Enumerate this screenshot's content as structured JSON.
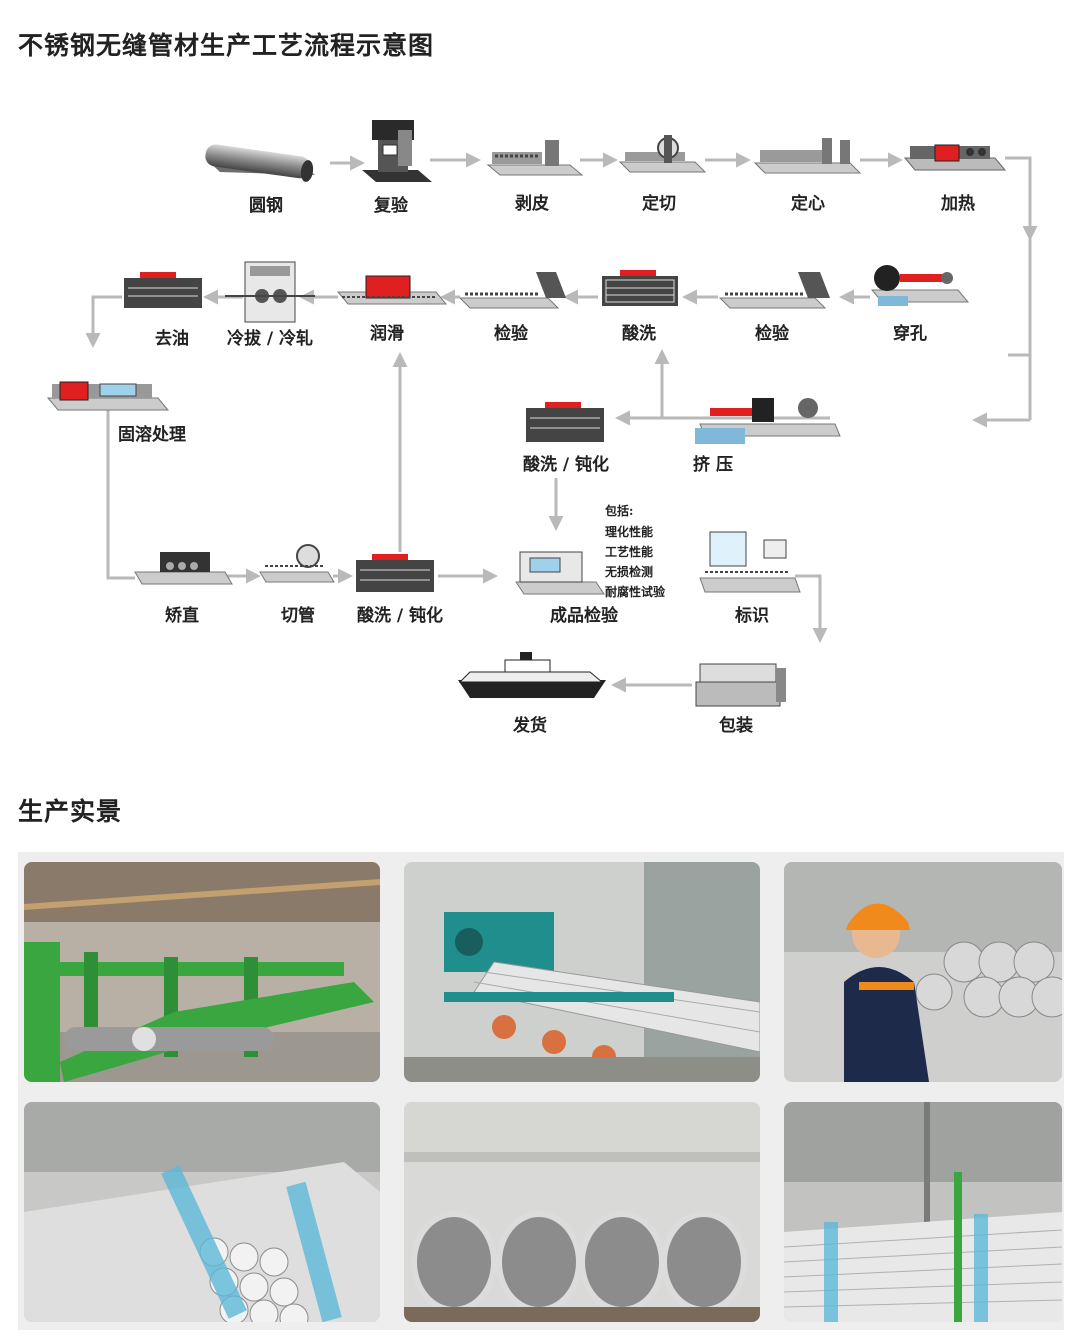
{
  "title": "不锈钢无缝管材生产工艺流程示意图",
  "steps": {
    "s1": "圆钢",
    "s2": "复验",
    "s3": "剥皮",
    "s4": "定切",
    "s5": "定心",
    "s6": "加热",
    "s7": "穿孔",
    "s8": "检验",
    "s9": "酸洗",
    "s10": "检验",
    "s11": "润滑",
    "s12": "冷拔 / 冷轧",
    "s13": "去油",
    "s14": "固溶处理",
    "s15": "挤 压",
    "s16": "酸洗 / 钝化",
    "s17": "矫直",
    "s18": "切管",
    "s19": "酸洗 / 钝化",
    "s20": "成品检验",
    "s21": "标识",
    "s22": "包装",
    "s23": "发货"
  },
  "inspection_note": {
    "heading": "包括:",
    "items": [
      "理化性能",
      "工艺性能",
      "无损检测",
      "耐腐性试验"
    ]
  },
  "photos_title": "生产实景",
  "colors": {
    "flow_line": "#b9b9b9",
    "heat_red": "#e02020",
    "machine_green": "#3aa640",
    "machine_teal": "#1f8e8c",
    "helmet_orange": "#f08a1c"
  }
}
